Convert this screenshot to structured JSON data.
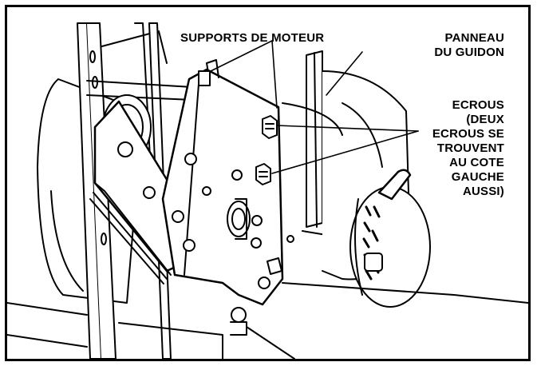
{
  "labels": {
    "supports": "SUPPORTS DE MOTEUR",
    "panneau": "PANNEAU\nDU GUIDON",
    "ecrous": "ECROUS\n(DEUX\nECROUS SE\nTROUVENT\nAU COTE\nGAUCHE\nAUSSI)"
  }
}
